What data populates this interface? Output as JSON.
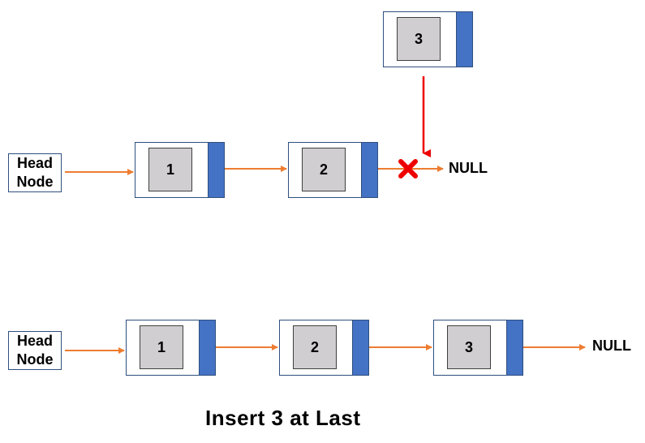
{
  "before": {
    "head_label_line1": "Head",
    "head_label_line2": "Node",
    "nodes": [
      "1",
      "2"
    ],
    "null_label": "NULL",
    "new_node": "3"
  },
  "after": {
    "head_label_line1": "Head",
    "head_label_line2": "Node",
    "nodes": [
      "1",
      "2",
      "3"
    ],
    "null_label": "NULL"
  },
  "caption": "Insert 3 at Last",
  "colors": {
    "pointer_fill": "#4472c4",
    "value_fill": "#d0ced0",
    "link_arrow": "#ed7d31",
    "insert_arrow": "#ee0000",
    "cross_mark": "#ee0000"
  }
}
